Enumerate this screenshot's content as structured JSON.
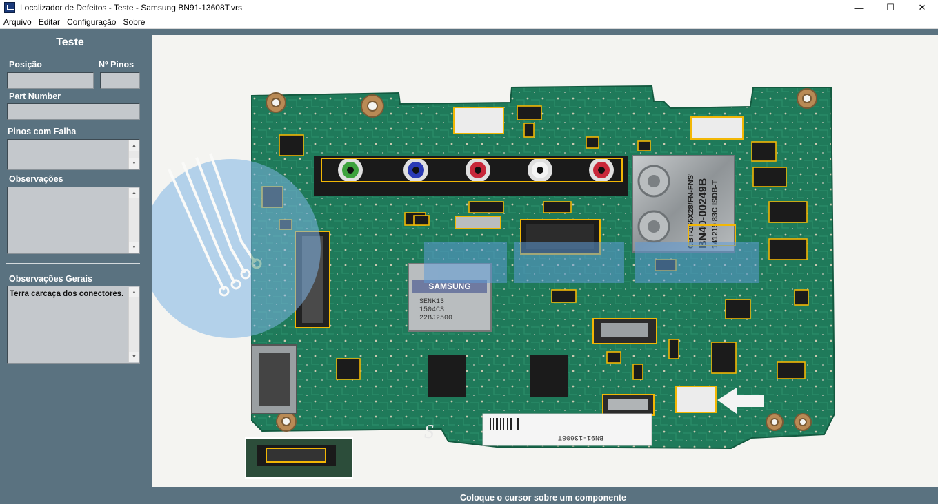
{
  "window": {
    "title": "Localizador de Defeitos - Teste - Samsung BN91-13608T.vrs",
    "minimize": "—",
    "maximize": "☐",
    "close": "✕"
  },
  "menu": [
    "Arquivo",
    "Editar",
    "Configuração",
    "Sobre"
  ],
  "panel": {
    "title": "Teste",
    "posicao_label": "Posição",
    "posicao_value": "",
    "npinos_label": "Nº Pinos",
    "npinos_value": "",
    "partnumber_label": "Part Number",
    "partnumber_value": "",
    "pinos_label": "Pinos com Falha",
    "pinos_value": "",
    "obs_label": "Observações",
    "obs_value": "",
    "obsgerais_label": "Observações Gerais",
    "obsgerais_value": "Terra carcaça dos conectores."
  },
  "board": {
    "chip_brand": "SAMSUNG",
    "chip_lines": [
      "SENK13",
      "1504CS",
      "22BJ2500"
    ],
    "tuner_lines": [
      "CBT-155X28/FN-FNS'",
      "BN40-00249B",
      "141219 83C ISDB-T"
    ],
    "barcode_label": "BN91-13608T",
    "silk_logo": "S"
  },
  "status": "Coloque o cursor sobre um componente",
  "colors": {
    "panel_bg": "#5a7280",
    "pcb": "#1f7a5a",
    "highlight": "#f2b705"
  }
}
